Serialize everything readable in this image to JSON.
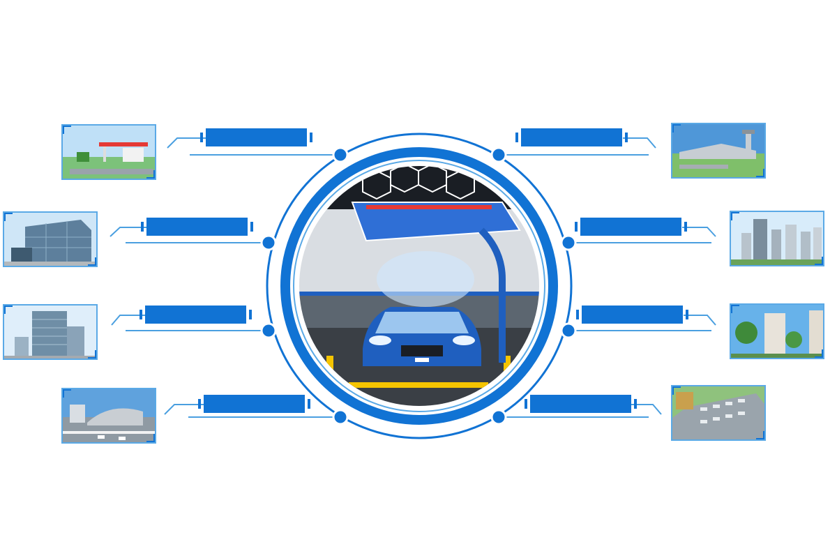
{
  "colors": {
    "accent": "#1173d4",
    "accent_light": "#5aa9e6",
    "line": "#4a9fe0",
    "background": "#ffffff"
  },
  "center_scene": {
    "subject": "car-wash-bay",
    "car_color": "#1f5fbf",
    "floor_stripe_color": "#f5c400"
  },
  "nodes_left": [
    {
      "label": "",
      "icon": "gas-station-photo"
    },
    {
      "label": "",
      "icon": "glass-office-building-photo"
    },
    {
      "label": "",
      "icon": "office-tower-photo"
    },
    {
      "label": "",
      "icon": "shopping-mall-photo"
    }
  ],
  "nodes_right": [
    {
      "label": "",
      "icon": "airport-terminal-photo"
    },
    {
      "label": "",
      "icon": "city-skyline-photo"
    },
    {
      "label": "",
      "icon": "residential-towers-photo"
    },
    {
      "label": "",
      "icon": "parking-lot-photo"
    }
  ]
}
